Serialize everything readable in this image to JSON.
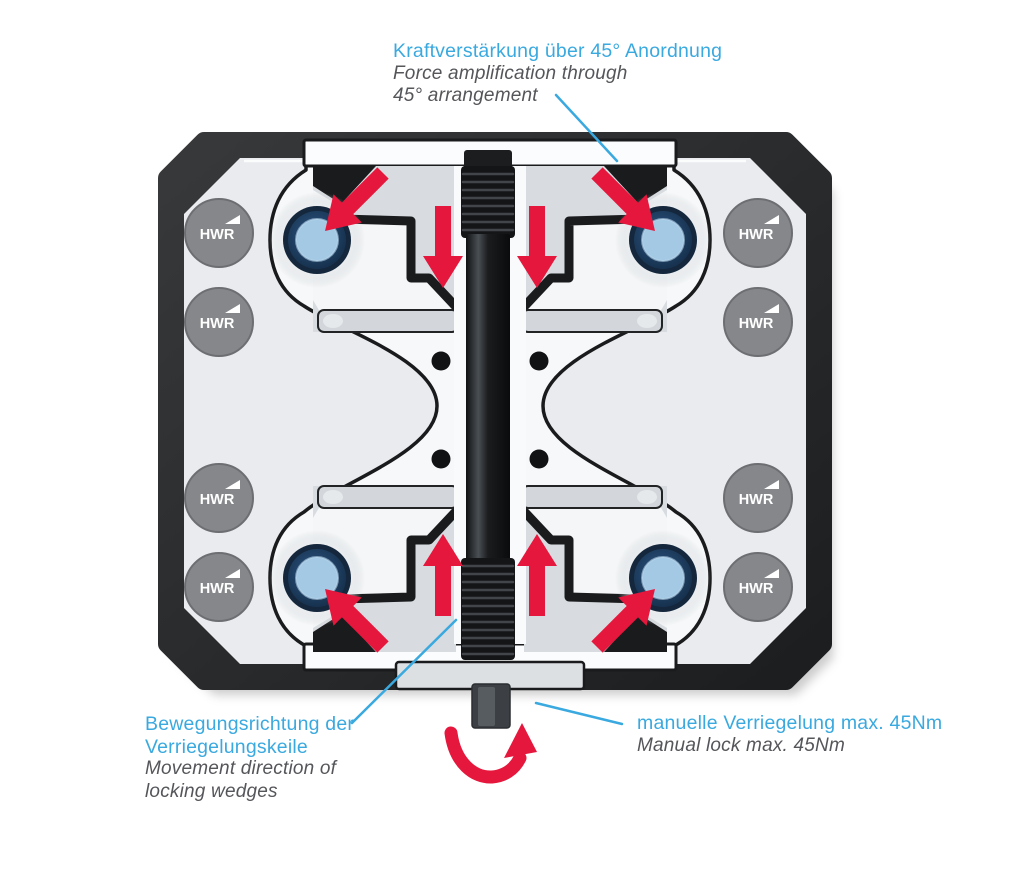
{
  "annotations": {
    "force_amplification": {
      "de": "Kraftverstärkung über 45° Anordnung",
      "en_line1": "Force amplification through",
      "en_line2": "45° arrangement"
    },
    "movement_direction": {
      "de_line1": "Bewegungsrichtung der",
      "de_line2": "Verriegelungskeile",
      "en_line1": "Movement direction of",
      "en_line2": "locking wedges"
    },
    "manual_lock": {
      "de": "manuelle Verriegelung max. 45Nm",
      "en": "Manual lock max. 45Nm"
    }
  },
  "device": {
    "logo_label": "HWR"
  },
  "colors": {
    "annotation_blue": "#3aa9df",
    "annotation_gray": "#55565a",
    "arrow_red": "#e5173c",
    "frame_black": "#242628",
    "body_gray": "#e9ebee",
    "roller_light_blue": "#a3c9e4",
    "roller_dark_blue": "#14273c",
    "hwr_button_gray": "#85878a"
  }
}
